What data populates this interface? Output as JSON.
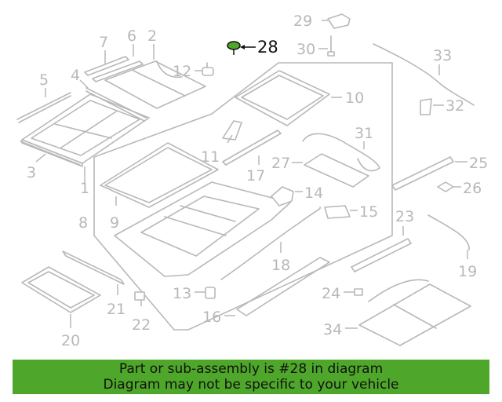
{
  "diagram": {
    "highlight_color": "#4ea72a",
    "highlighted_part": "28",
    "callouts": [
      "1",
      "2",
      "3",
      "4",
      "5",
      "6",
      "7",
      "8",
      "9",
      "10",
      "11",
      "12",
      "13",
      "14",
      "15",
      "16",
      "17",
      "18",
      "19",
      "20",
      "21",
      "22",
      "23",
      "24",
      "25",
      "26",
      "27",
      "28",
      "29",
      "30",
      "31",
      "32",
      "33",
      "34"
    ]
  },
  "banner": {
    "line1": "Part or sub-assembly is #28 in diagram",
    "line2": "Diagram may not be specific to your vehicle",
    "background": "#4ea72a"
  }
}
